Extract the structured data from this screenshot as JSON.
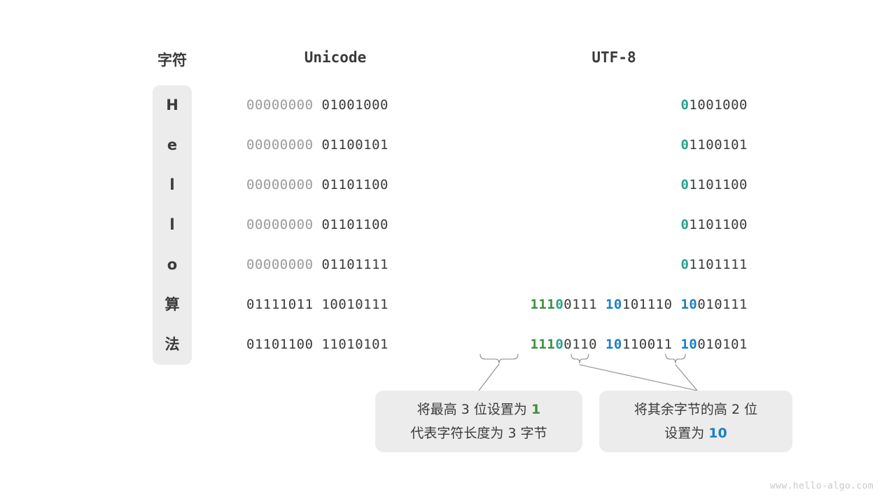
{
  "headers": {
    "char": "字符",
    "unicode": "Unicode",
    "utf8": "UTF-8"
  },
  "rows": [
    {
      "char": "H",
      "unicode": [
        {
          "text": "00000000",
          "style": "dim"
        },
        {
          "text": " ",
          "style": "dim"
        },
        {
          "text": "01001000",
          "style": "dark"
        }
      ],
      "utf8": [
        {
          "text": "0",
          "style": "teal"
        },
        {
          "text": "1001000",
          "style": "dark"
        }
      ]
    },
    {
      "char": "e",
      "unicode": [
        {
          "text": "00000000",
          "style": "dim"
        },
        {
          "text": " ",
          "style": "dim"
        },
        {
          "text": "01100101",
          "style": "dark"
        }
      ],
      "utf8": [
        {
          "text": "0",
          "style": "teal"
        },
        {
          "text": "1100101",
          "style": "dark"
        }
      ]
    },
    {
      "char": "l",
      "unicode": [
        {
          "text": "00000000",
          "style": "dim"
        },
        {
          "text": " ",
          "style": "dim"
        },
        {
          "text": "01101100",
          "style": "dark"
        }
      ],
      "utf8": [
        {
          "text": "0",
          "style": "teal"
        },
        {
          "text": "1101100",
          "style": "dark"
        }
      ]
    },
    {
      "char": "l",
      "unicode": [
        {
          "text": "00000000",
          "style": "dim"
        },
        {
          "text": " ",
          "style": "dim"
        },
        {
          "text": "01101100",
          "style": "dark"
        }
      ],
      "utf8": [
        {
          "text": "0",
          "style": "teal"
        },
        {
          "text": "1101100",
          "style": "dark"
        }
      ]
    },
    {
      "char": "o",
      "unicode": [
        {
          "text": "00000000",
          "style": "dim"
        },
        {
          "text": " ",
          "style": "dim"
        },
        {
          "text": "01101111",
          "style": "dark"
        }
      ],
      "utf8": [
        {
          "text": "0",
          "style": "teal"
        },
        {
          "text": "1101111",
          "style": "dark"
        }
      ]
    },
    {
      "char": "算",
      "unicode": [
        {
          "text": "01111011",
          "style": "dark"
        },
        {
          "text": " ",
          "style": "dark"
        },
        {
          "text": "10010111",
          "style": "dark"
        }
      ],
      "utf8": [
        {
          "text": "111",
          "style": "green"
        },
        {
          "text": "0",
          "style": "teal"
        },
        {
          "text": "0111",
          "style": "dark"
        },
        {
          "text": " ",
          "style": "dark"
        },
        {
          "text": "10",
          "style": "blue"
        },
        {
          "text": "101110",
          "style": "dark"
        },
        {
          "text": " ",
          "style": "dark"
        },
        {
          "text": "10",
          "style": "blue"
        },
        {
          "text": "010111",
          "style": "dark"
        }
      ]
    },
    {
      "char": "法",
      "unicode": [
        {
          "text": "01101100",
          "style": "dark"
        },
        {
          "text": " ",
          "style": "dark"
        },
        {
          "text": "11010101",
          "style": "dark"
        }
      ],
      "utf8": [
        {
          "text": "111",
          "style": "green"
        },
        {
          "text": "0",
          "style": "teal"
        },
        {
          "text": "0110",
          "style": "dark"
        },
        {
          "text": " ",
          "style": "dark"
        },
        {
          "text": "10",
          "style": "blue"
        },
        {
          "text": "110011",
          "style": "dark"
        },
        {
          "text": " ",
          "style": "dark"
        },
        {
          "text": "10",
          "style": "blue"
        },
        {
          "text": "010101",
          "style": "dark"
        }
      ]
    }
  ],
  "callouts": [
    {
      "id": "callout-length-prefix",
      "lines": [
        [
          {
            "text": "将最高 3 位设置为 ",
            "style": "plain"
          },
          {
            "text": "1",
            "style": "green"
          }
        ],
        [
          {
            "text": "代表字符长度为 3 字节",
            "style": "plain"
          }
        ]
      ]
    },
    {
      "id": "callout-continuation-prefix",
      "lines": [
        [
          {
            "text": "将其余字节的高 2 位",
            "style": "plain"
          }
        ],
        [
          {
            "text": "设置为 ",
            "style": "plain"
          },
          {
            "text": "10",
            "style": "blue"
          }
        ]
      ]
    }
  ],
  "watermark": "www.hello-algo.com",
  "colors": {
    "text": "#3b3b3b",
    "dim": "#9a9a9a",
    "teal": "#2aa08a",
    "green": "#3f8f3f",
    "blue": "#1a7fc4",
    "badge_bg": "#ececec",
    "watermark": "#c9c9c9"
  }
}
